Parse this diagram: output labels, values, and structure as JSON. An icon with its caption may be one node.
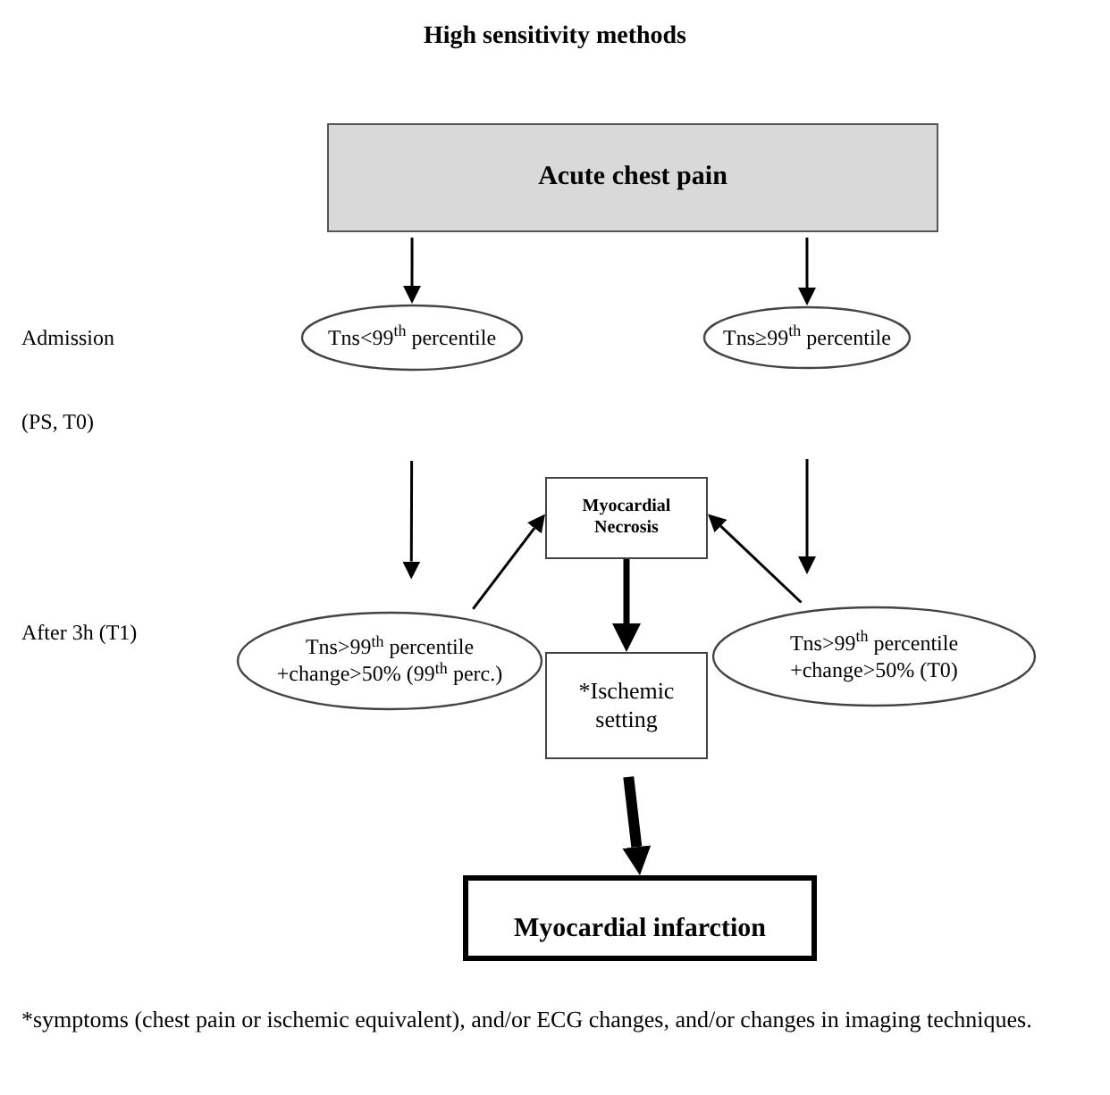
{
  "diagram": {
    "title": "High sensitivity methods",
    "nodes": [
      {
        "text": [
          "Acute chest pain"
        ]
      },
      {
        "text": [
          "Tns<99$^{th}$ percentile"
        ]
      },
      {
        "text": [
          "Tns≥99$^{th}$ percentile"
        ]
      },
      {
        "text": [
          "Myocardial Necrosis"
        ]
      },
      {
        "text": [
          "Tns>99$^{th}$ percentile +change>50% (99$^{th}$ perc.)"
        ]
      },
      {
        "text": [
          "*Ischemic setting"
        ]
      },
      {
        "text": [
          "Tns>99$^{th}$ percentile +change>50% (T0)"
        ]
      },
      {
        "text": [
          "Myocardial infarction"
        ]
      }
    ],
    "edges": [
      {
        "from": 0,
        "to": 1,
        "arrow": "to"
      },
      {
        "from": 0,
        "to": 2,
        "arrow": "to"
      },
      {
        "from": 1,
        "to": 4,
        "arrow": "to"
      },
      {
        "from": 2,
        "to": 6,
        "arrow": "to"
      },
      {
        "from": 4,
        "to": 3,
        "arrow": "to"
      },
      {
        "from": 6,
        "to": 3,
        "arrow": "to"
      },
      {
        "from": 3,
        "to": 5,
        "arrow": "to",
        "style": "thick"
      },
      {
        "from": 5,
        "to": 7,
        "arrow": "to",
        "style": "thick"
      }
    ],
    "labels": [
      "Admission",
      "(PS, T0)",
      "After 3h (T1)"
    ],
    "caption": "*symptoms (chest pain or ischemic equivalent), and/or ECG changes, and/or changes in imaging techniques."
  }
}
